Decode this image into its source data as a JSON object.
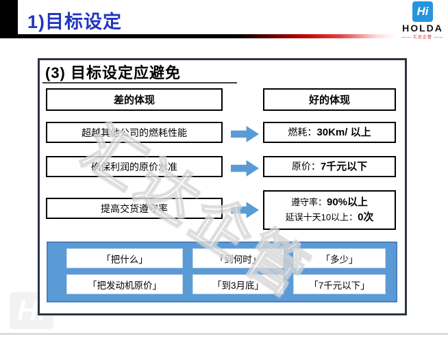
{
  "header": {
    "title": "1)目标设定",
    "logo": {
      "icon_glyph": "Hi",
      "name": "HOLDA",
      "subtitle": "—— 汇达企管 ——"
    }
  },
  "slide": {
    "heading": "(3)  目标设定应避免",
    "columns": {
      "bad": "差的体现",
      "good": "好的体现"
    },
    "rows": [
      {
        "bad": "超越其他公司的燃耗性能",
        "good_label": "燃耗：",
        "good_value": "30Km/ 以上"
      },
      {
        "bad": "确保利润的原价水准",
        "good_label": "原价：",
        "good_value": "7千元以下"
      },
      {
        "bad": "提高交货遵守率",
        "good_lines": [
          {
            "label": "遵守率：",
            "value": "90%以上"
          },
          {
            "label": "延误十天10以上：",
            "value": "0次"
          }
        ]
      }
    ],
    "bottom_grid": [
      [
        "「把什么」",
        "「到何时」",
        "「多少」"
      ],
      [
        "「把发动机原价」",
        "「到3月底」",
        "「7千元以下」"
      ]
    ]
  },
  "watermark": {
    "diagonal_text": "汇达企管",
    "corner_glyph": "Hi"
  },
  "colors": {
    "title_blue": "#2236c2",
    "logo_blue": "#2795dc",
    "accent_blue": "#5b9bd5",
    "panel_border_blue": "#4a7ebf",
    "frame_dark": "#2a3442",
    "rule_red": "#b80000"
  }
}
